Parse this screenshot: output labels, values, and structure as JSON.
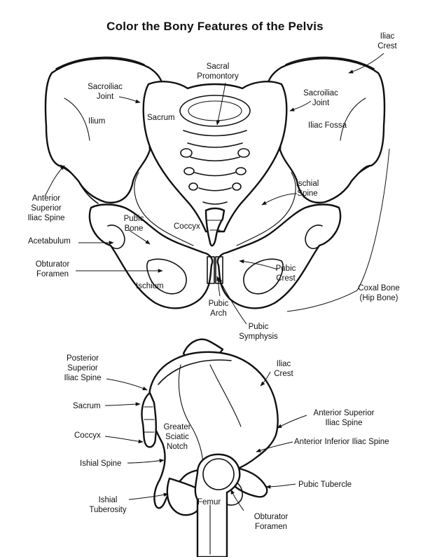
{
  "title": "Color the Bony Features of the Pelvis",
  "front_view": {
    "iliac_crest": "Iliac\nCrest",
    "sacral_promontory": "Sacral\nPromontory",
    "sacroiliac_joint_left": "Sacroiliac\nJoint",
    "sacroiliac_joint_right": "Sacroiliac\nJoint",
    "ilium": "Ilium",
    "sacrum": "Sacrum",
    "iliac_fossa": "Iliac Fossa",
    "ischial_spine": "Ischial\nSpine",
    "anterior_superior_iliac_spine": "Anterior\nSuperior\nIliac Spine",
    "pubic_bone": "Pubic\nBone",
    "coccyx": "Coccyx",
    "acetabulum": "Acetabulum",
    "obturator_foramen": "Obturator\nForamen",
    "pubic_crest": "Pubic\nCrest",
    "ischium": "Ischium",
    "coxal_bone": "Coxal Bone\n(Hip Bone)",
    "pubic_arch": "Pubic\nArch",
    "pubic_symphysis": "Pubic\nSymphysis"
  },
  "side_view": {
    "posterior_superior_iliac_spine": "Posterior\nSuperior\nIliac Spine",
    "iliac_crest": "Iliac\nCrest",
    "sacrum": "Sacrum",
    "anterior_superior_iliac_spine": "Anterior Superior\nIliac Spine",
    "greater_sciatic_notch": "Greater\nSciatic\nNotch",
    "coccyx": "Coccyx",
    "anterior_inferior_iliac_spine": "Anterior Inferior Iliac Spine",
    "ishial_spine": "Ishial Spine",
    "pubic_tubercle": "Pubic Tubercle",
    "ishial_tuberosity": "Ishial\nTuberosity",
    "femur": "Femur",
    "obturator_foramen": "Obturator\nForamen"
  }
}
